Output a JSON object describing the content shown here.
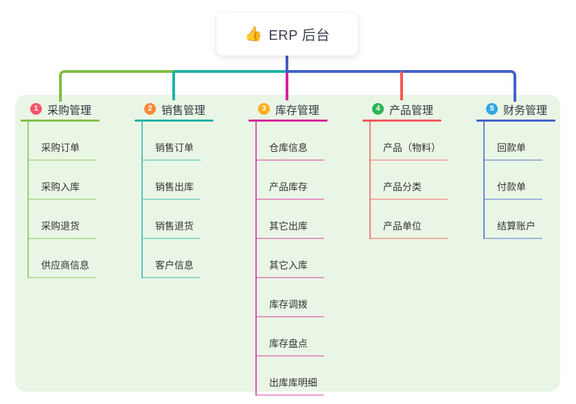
{
  "root": {
    "icon": "👍",
    "label": "ERP 后台"
  },
  "canvas": {
    "background": "#FFFFFF",
    "panel_color": "#EAF6E5",
    "root_line_color": "#4459CB"
  },
  "branches": [
    {
      "number": "1",
      "title": "采购管理",
      "badge_color": "#F4566D",
      "line_color": "#7FBE45",
      "children": [
        "采购订单",
        "采购入库",
        "采购退货",
        "供应商信息"
      ]
    },
    {
      "number": "2",
      "title": "销售管理",
      "badge_color": "#F8883B",
      "line_color": "#1FB2A6",
      "children": [
        "销售订单",
        "销售出库",
        "销售退货",
        "客户信息"
      ]
    },
    {
      "number": "3",
      "title": "库存管理",
      "badge_color": "#F9AF1D",
      "line_color": "#D6219B",
      "children": [
        "仓库信息",
        "产品库存",
        "其它出库",
        "其它入库",
        "库存调拨",
        "库存盘点",
        "出库库明细"
      ]
    },
    {
      "number": "4",
      "title": "产品管理",
      "badge_color": "#2FB457",
      "line_color": "#F25757",
      "children": [
        "产品（物料）",
        "产品分类",
        "产品单位"
      ]
    },
    {
      "number": "5",
      "title": "财务管理",
      "badge_color": "#31A7E2",
      "line_color": "#3F62C9",
      "children": [
        "回款单",
        "付款单",
        "结算账户"
      ]
    }
  ]
}
